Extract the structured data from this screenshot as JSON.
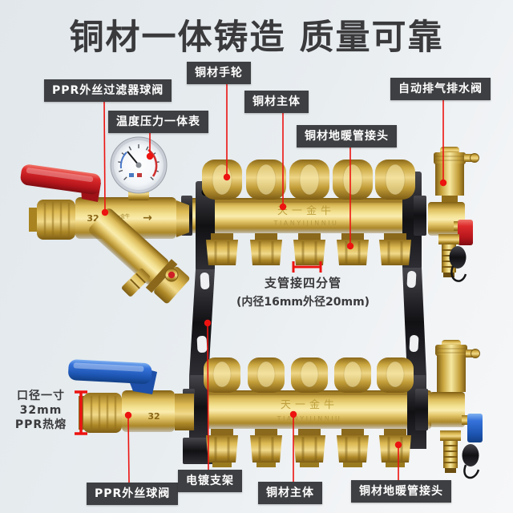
{
  "title": "铜材一体铸造  质量可靠",
  "callouts": {
    "ppr_filter_valve": "PPR外丝过滤器球阀",
    "temp_pressure_gauge": "温度压力一体表",
    "hand_wheel": "铜材手轮",
    "main_body_top": "铜材主体",
    "vent_drain_valve": "自动排气排水阀",
    "floor_pipe_connector_top": "铜材地暖管接头",
    "ppr_ball_valve": "PPR外丝球阀",
    "plated_bracket": "电镀支架",
    "main_body_bottom": "铜材主体",
    "floor_pipe_connector_bottom": "铜材地暖管接头"
  },
  "measure_branch": {
    "line1": "支管接四分管",
    "line2": "(内径16mm外径20mm)"
  },
  "measure_caliber": {
    "line1": "口径一寸",
    "line2": "32mm",
    "line3": "PPR热熔"
  },
  "engravings": {
    "brand_cn": "天一金牛",
    "brand_en": "TIANYIJINNIU",
    "size_mark": "32",
    "flow_arrow": "→"
  },
  "colors": {
    "accent_red": "#ec1310",
    "label_bg": "#3e3f42",
    "title_text": "#3a3a3c",
    "brass": "#d9b54a",
    "handle_red": "#d42127",
    "handle_blue": "#2f6fd8",
    "bracket_black": "#1a1a1c",
    "background": "#e8edf0"
  }
}
